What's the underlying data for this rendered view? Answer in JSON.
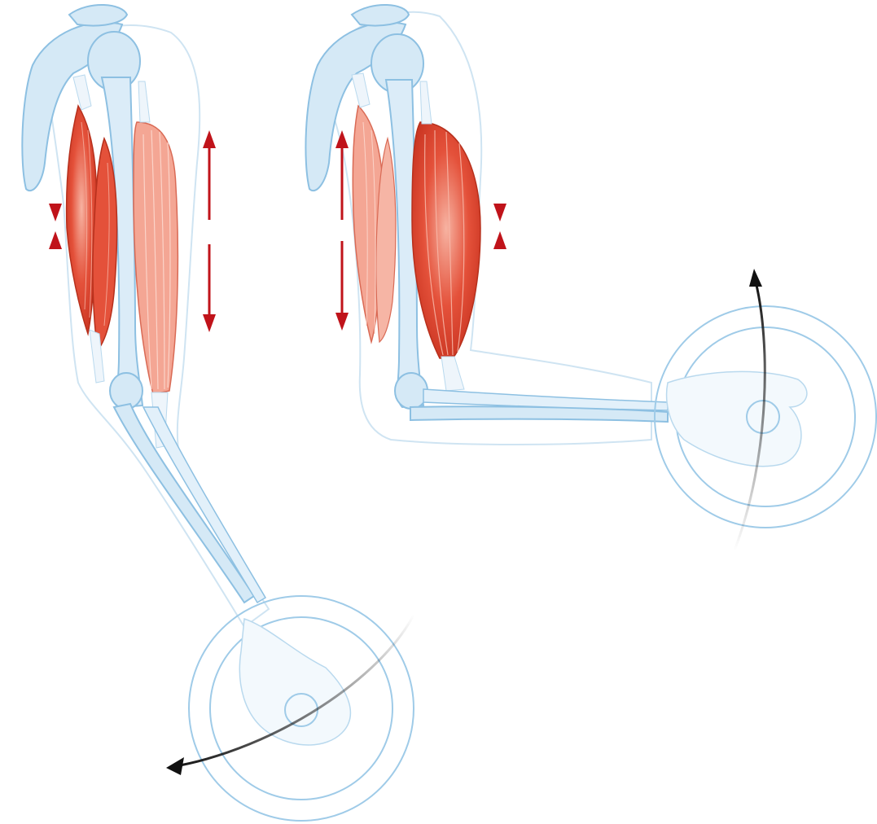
{
  "figure": {
    "panels": [
      {
        "id": "extended",
        "state": "arm extended (triceps contracted, biceps relaxed)"
      },
      {
        "id": "flexed",
        "state": "arm flexed (biceps contracted, triceps relaxed)"
      }
    ]
  },
  "colors": {
    "background": "#ffffff",
    "bone_fill": "#d5e9f6",
    "bone_stroke": "#8dc0e2",
    "skin_outline": "#b9d9ee",
    "muscle_contracted": "#e4513a",
    "muscle_relaxed": "#f4a694",
    "muscle_stripe": "#fbd3c8",
    "tendon": "#eef5fb",
    "force_arrow": "#c0131a",
    "rotation_arrow": "#111111",
    "weight_plate": "#9fcbe8"
  },
  "icons": {
    "force_arrow": "double-headed-red-arrow",
    "rotation_arrow": "curved-black-arrow"
  }
}
